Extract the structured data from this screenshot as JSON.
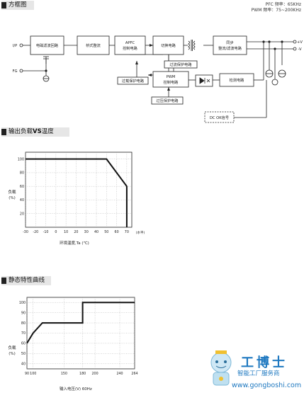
{
  "block_diagram": {
    "section_title": "方框图",
    "pfc_freq": "PFC 频率：65KHz",
    "pwm_freq": "PWM 频率：75~200KHz",
    "io": {
      "ip": "I/P",
      "fg": "FG",
      "vp": "+V",
      "vm": "-V"
    },
    "blocks": {
      "emi": "电磁滤波回路",
      "rect": "桥式整流",
      "apfc_1": "APFC",
      "apfc_2": "控制电路",
      "switch": "切换电路",
      "out_rect_1": "同步",
      "out_rect_2": "整流/滤波电路",
      "oc_prot": "过流保护电路",
      "ol_prot": "过载保护电路",
      "pwm_1": "PWM",
      "pwm_2": "控制电路",
      "detect": "检测电路",
      "ov_prot": "过压保护电路",
      "dc_ok": "DC OK信号"
    }
  },
  "derating": {
    "section_title_pre": "输出负载",
    "section_title_bold": "VS",
    "section_title_post": "温度",
    "ylabel_1": "负载",
    "ylabel_2": "(%)",
    "xlabel": "环境温度,Ta (℃)",
    "x_unit": "(水平)"
  },
  "static": {
    "section_title": "静态特性曲线",
    "ylabel_1": "负载",
    "ylabel_2": "(%)",
    "xlabel": "输入电压(V) 60Hz"
  },
  "watermark": {
    "name": "工博士",
    "slogan": "智能工厂服务商",
    "url": "www.gongboshi.com"
  },
  "chart_data": [
    {
      "type": "line",
      "title": "",
      "xlabel": "环境温度,Ta (℃)",
      "ylabel": "负载 (%)",
      "x_ticks": [
        -30,
        -20,
        -10,
        0,
        10,
        20,
        30,
        40,
        50,
        60,
        70
      ],
      "y_ticks": [
        20,
        40,
        60,
        80,
        100
      ],
      "xlim": [
        -30,
        75
      ],
      "ylim": [
        0,
        110
      ],
      "grid": true,
      "x": [
        -30,
        50,
        70,
        70
      ],
      "y": [
        100,
        100,
        60,
        0
      ]
    },
    {
      "type": "line",
      "title": "",
      "xlabel": "输入电压(V) 60Hz",
      "ylabel": "负载 (%)",
      "x_ticks": [
        90,
        100,
        150,
        180,
        200,
        240,
        264
      ],
      "x_tick_labels": [
        "90",
        "100",
        "150",
        "180",
        "200",
        "240",
        "264"
      ],
      "y_ticks": [
        40,
        50,
        60,
        70,
        80,
        90,
        100
      ],
      "xlim": [
        90,
        264
      ],
      "ylim": [
        35,
        105
      ],
      "grid": true,
      "x": [
        90,
        100,
        115,
        180,
        180,
        264
      ],
      "y": [
        60,
        70,
        80,
        80,
        100,
        100
      ]
    }
  ]
}
